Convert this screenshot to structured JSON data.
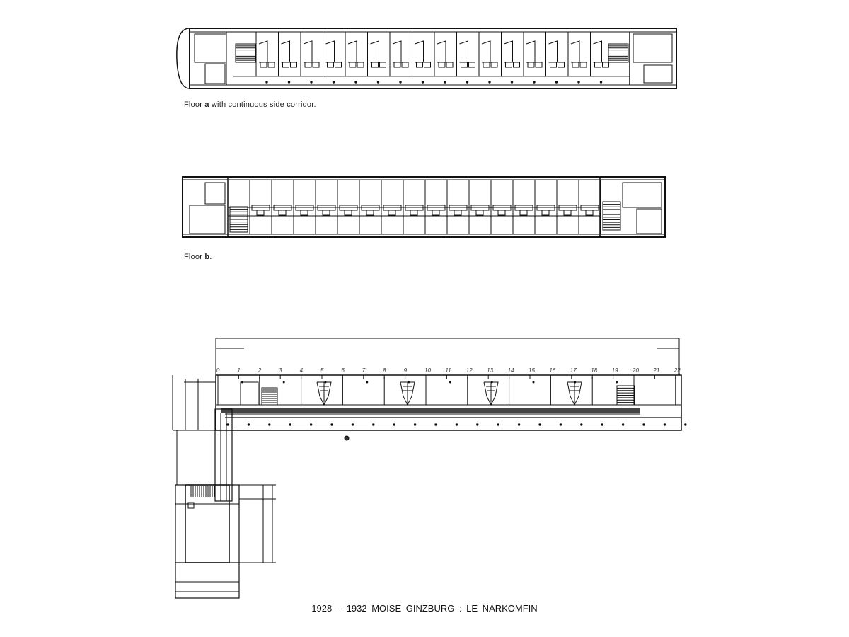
{
  "plans": {
    "floor_a": {
      "caption_pre": "Floor ",
      "caption_bold": "a",
      "caption_post": " with continuous side corridor."
    },
    "floor_b": {
      "caption_pre": "Floor ",
      "caption_bold": "b",
      "caption_post": "."
    },
    "plan_c": {
      "bay_numbers": [
        "0",
        "1",
        "2",
        "3",
        "4",
        "5",
        "6",
        "7",
        "8",
        "9",
        "10",
        "11",
        "12",
        "13",
        "14",
        "15",
        "16",
        "17",
        "18",
        "19",
        "20",
        "21",
        "22"
      ]
    }
  },
  "footer": {
    "title": "1928 – 1932   MOISE  GINZBURG :  LE  NARKOMFIN"
  }
}
